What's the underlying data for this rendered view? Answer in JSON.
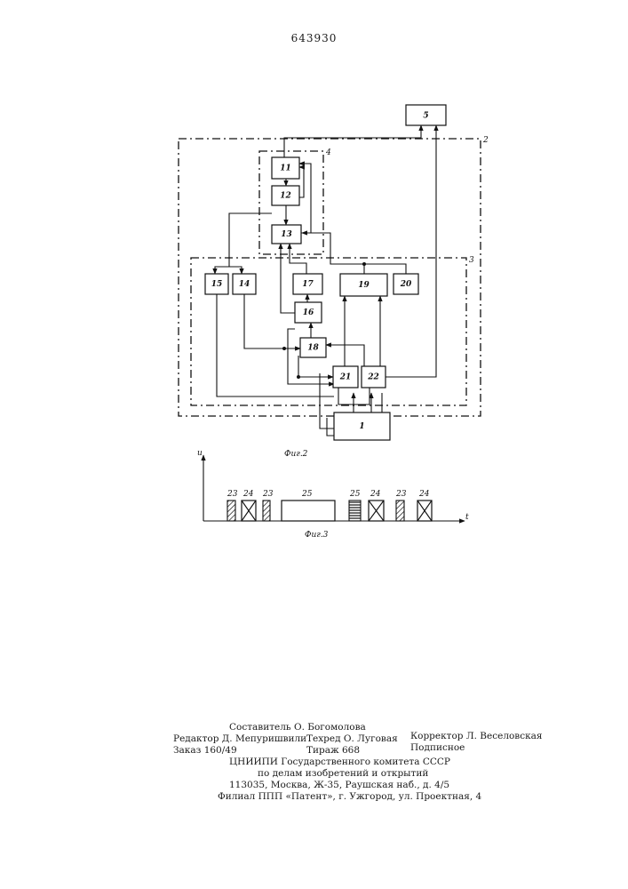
{
  "header": {
    "page_number": "643930"
  },
  "fig2": {
    "caption": "Фиг.2",
    "frame_labels": {
      "outer": "2",
      "inner_top": "4",
      "inner_bottom": "3"
    },
    "blocks": {
      "b1": "1",
      "b5": "5",
      "b11": "11",
      "b12": "12",
      "b13": "13",
      "b14": "14",
      "b15": "15",
      "b16": "16",
      "b17": "17",
      "b18": "18",
      "b19": "19",
      "b20": "20",
      "b21": "21",
      "b22": "22"
    }
  },
  "fig3": {
    "caption": "Фиг.3",
    "axis_y": "u",
    "axis_x": "t",
    "pulse_labels": [
      "23",
      "24",
      "23",
      "25",
      "25",
      "24",
      "23",
      "24"
    ]
  },
  "imprint": {
    "compiler": "Составитель О. Богомолова",
    "editor": "Редактор Д. Мепуришвили",
    "techred": "Техред О. Луговая",
    "corrector": "Корректор Л. Веселовская",
    "order": "Заказ 160/49",
    "circulation": "Тираж 668",
    "subscription": "Подписное",
    "org1": "ЦНИИПИ Государственного комитета СССР",
    "org2": "по делам изобретений и открытий",
    "address": "113035, Москва, Ж-35, Раушская наб., д. 4/5",
    "branch": "Филиал ППП «Патент», г. Ужгород, ул. Проектная, 4"
  }
}
